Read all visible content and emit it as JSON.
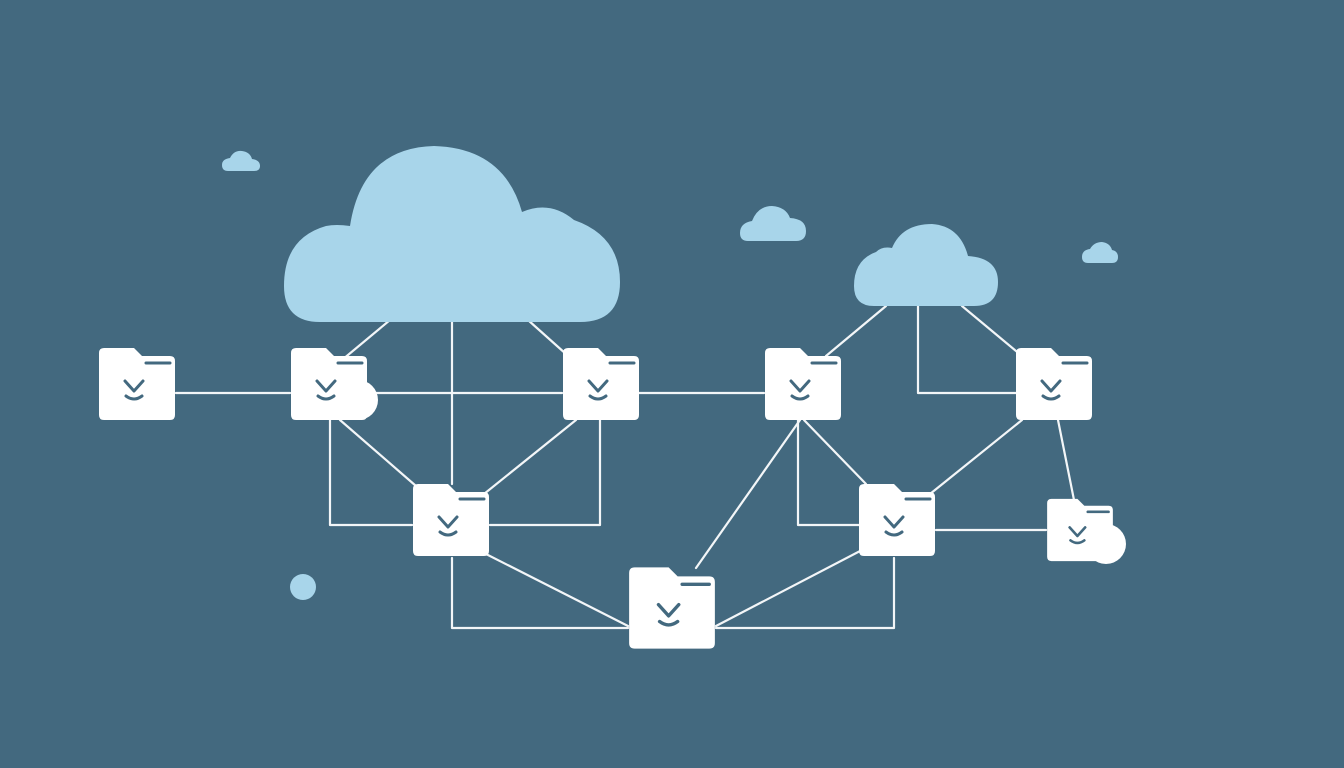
{
  "colors": {
    "background": "#43697f",
    "cloud": "#a8d5ea",
    "connector": "#f3f6f8",
    "folder": "#ffffff",
    "folder_glyph": "#43697f"
  },
  "icons": {
    "cloud": "cloud-icon",
    "folder": "folder-download-icon",
    "dot": "dot-icon"
  },
  "diagram": {
    "clouds": [
      {
        "id": "cloud-main",
        "kind": "large"
      },
      {
        "id": "cloud-secondary",
        "kind": "medium"
      },
      {
        "id": "cloud-small-left",
        "kind": "decorative"
      },
      {
        "id": "cloud-small-center",
        "kind": "decorative"
      },
      {
        "id": "cloud-small-right",
        "kind": "decorative"
      }
    ],
    "folders": [
      {
        "id": "folder-1",
        "icon": "folder-download-icon"
      },
      {
        "id": "folder-2",
        "icon": "folder-download-icon",
        "has_cloud_badge": true
      },
      {
        "id": "folder-3",
        "icon": "folder-download-icon"
      },
      {
        "id": "folder-4",
        "icon": "folder-download-icon"
      },
      {
        "id": "folder-5",
        "icon": "folder-download-icon"
      },
      {
        "id": "folder-6",
        "icon": "folder-download-icon"
      },
      {
        "id": "folder-7",
        "icon": "folder-download-icon"
      },
      {
        "id": "folder-8",
        "icon": "folder-download-icon"
      },
      {
        "id": "folder-9",
        "icon": "folder-download-icon",
        "has_cloud_badge": true
      }
    ],
    "links": [
      [
        "folder-1",
        "folder-2"
      ],
      [
        "cloud-main",
        "folder-2"
      ],
      [
        "cloud-main",
        "folder-3"
      ],
      [
        "cloud-main",
        "folder-6"
      ],
      [
        "folder-2",
        "folder-3"
      ],
      [
        "folder-2",
        "folder-6"
      ],
      [
        "folder-3",
        "folder-6"
      ],
      [
        "folder-3",
        "folder-4"
      ],
      [
        "folder-6",
        "folder-8"
      ],
      [
        "folder-4",
        "folder-8"
      ],
      [
        "folder-4",
        "folder-7"
      ],
      [
        "folder-4",
        "cloud-secondary"
      ],
      [
        "cloud-secondary",
        "folder-5"
      ],
      [
        "folder-5",
        "folder-7"
      ],
      [
        "folder-5",
        "folder-9"
      ],
      [
        "folder-7",
        "folder-8"
      ],
      [
        "folder-7",
        "folder-9"
      ]
    ]
  }
}
